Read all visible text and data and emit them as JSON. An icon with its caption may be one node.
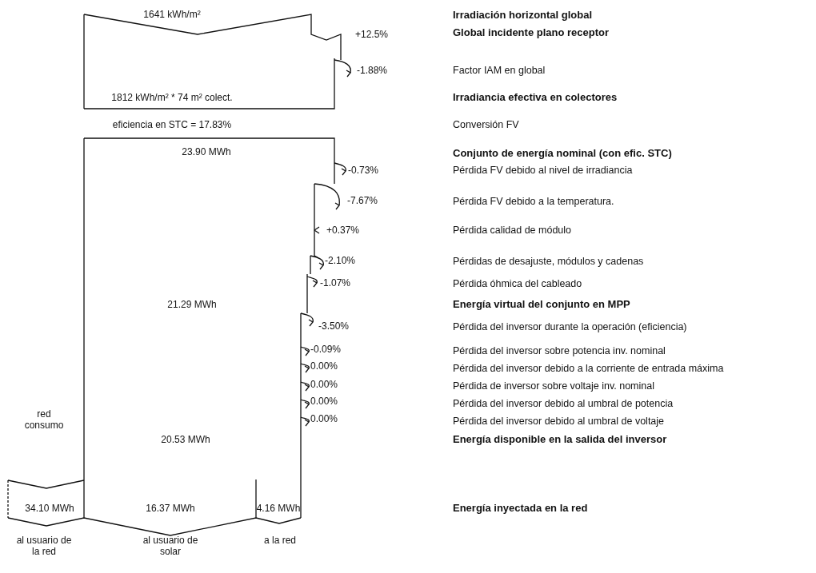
{
  "diagram": {
    "labels": [
      "1641 kWh/m²",
      "Irradiación horizontal global",
      "+12.5%",
      "Global incidente plano receptor",
      "-1.88%",
      "Factor IAM en global",
      "1812 kWh/m² * 74 m² colect.",
      "Irradiancia efectiva en colectores",
      "eficiencia en STC = 17.83%",
      "Conversión FV",
      "23.90 MWh",
      "Conjunto de energía nominal (con efic. STC)",
      "-0.73%",
      "Pérdida FV debido al nivel de irradiancia",
      "-7.67%",
      "Pérdida FV debido a la temperatura.",
      "+0.37%",
      "Pérdida calidad de módulo",
      "-2.10%",
      "Pérdidas de desajuste, módulos y cadenas",
      "-1.07%",
      "Pérdida óhmica del cableado",
      "21.29 MWh",
      "Energía virtual del conjunto en MPP",
      "-3.50%",
      "Pérdida del inversor durante la operación (eficiencia)",
      "-0.09%",
      "Pérdida del inversor sobre potencia inv. nominal",
      "0.00%",
      "Pérdida del inversor debido a la corriente de entrada máxima",
      "0.00%",
      "Pérdida de inversor sobre voltaje inv. nominal",
      "0.00%",
      "Pérdida del inversor debido al umbral de potencia",
      "0.00%",
      "Pérdida del inversor debido al umbral de voltaje",
      "red consumo",
      "20.53 MWh",
      "Energía disponible en la salida del inversor",
      "34.10 MWh",
      "16.37 MWh",
      "4.16 MWh",
      "Energía inyectada en la red",
      "al usuario de la red",
      "al usuario de solar",
      "a la red"
    ]
  }
}
